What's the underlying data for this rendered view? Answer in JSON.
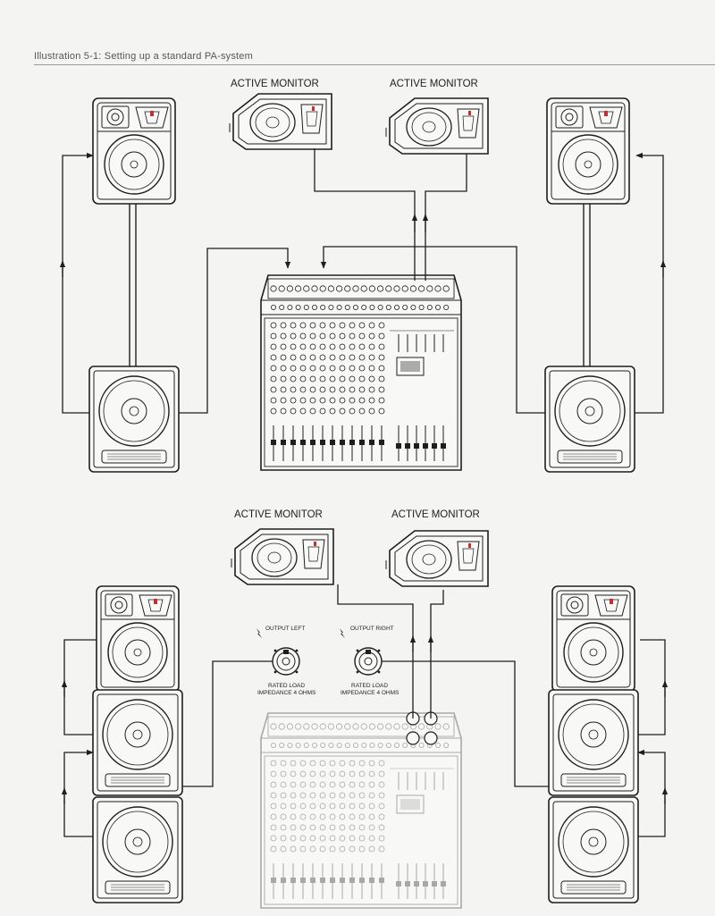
{
  "caption": "Illustration 5-1: Setting up a standard PA-system",
  "top_setup": {
    "monitor_left_label": "ACTIVE MONITOR",
    "monitor_right_label": "ACTIVE MONITOR"
  },
  "bottom_setup": {
    "monitor_left_label": "ACTIVE MONITOR",
    "monitor_right_label": "ACTIVE MONITOR",
    "output_left": {
      "title": "OUTPUT LEFT",
      "rated_load": "RATED LOAD",
      "impedance": "IMPEDANCE 4 OHMS"
    },
    "output_right": {
      "title": "OUTPUT RIGHT",
      "rated_load": "RATED LOAD",
      "impedance": "IMPEDANCE 4 OHMS"
    }
  },
  "colors": {
    "line": "#1e1e1e",
    "paper": "#f4f4f2",
    "mixer_faded": "#a8a8a8"
  }
}
